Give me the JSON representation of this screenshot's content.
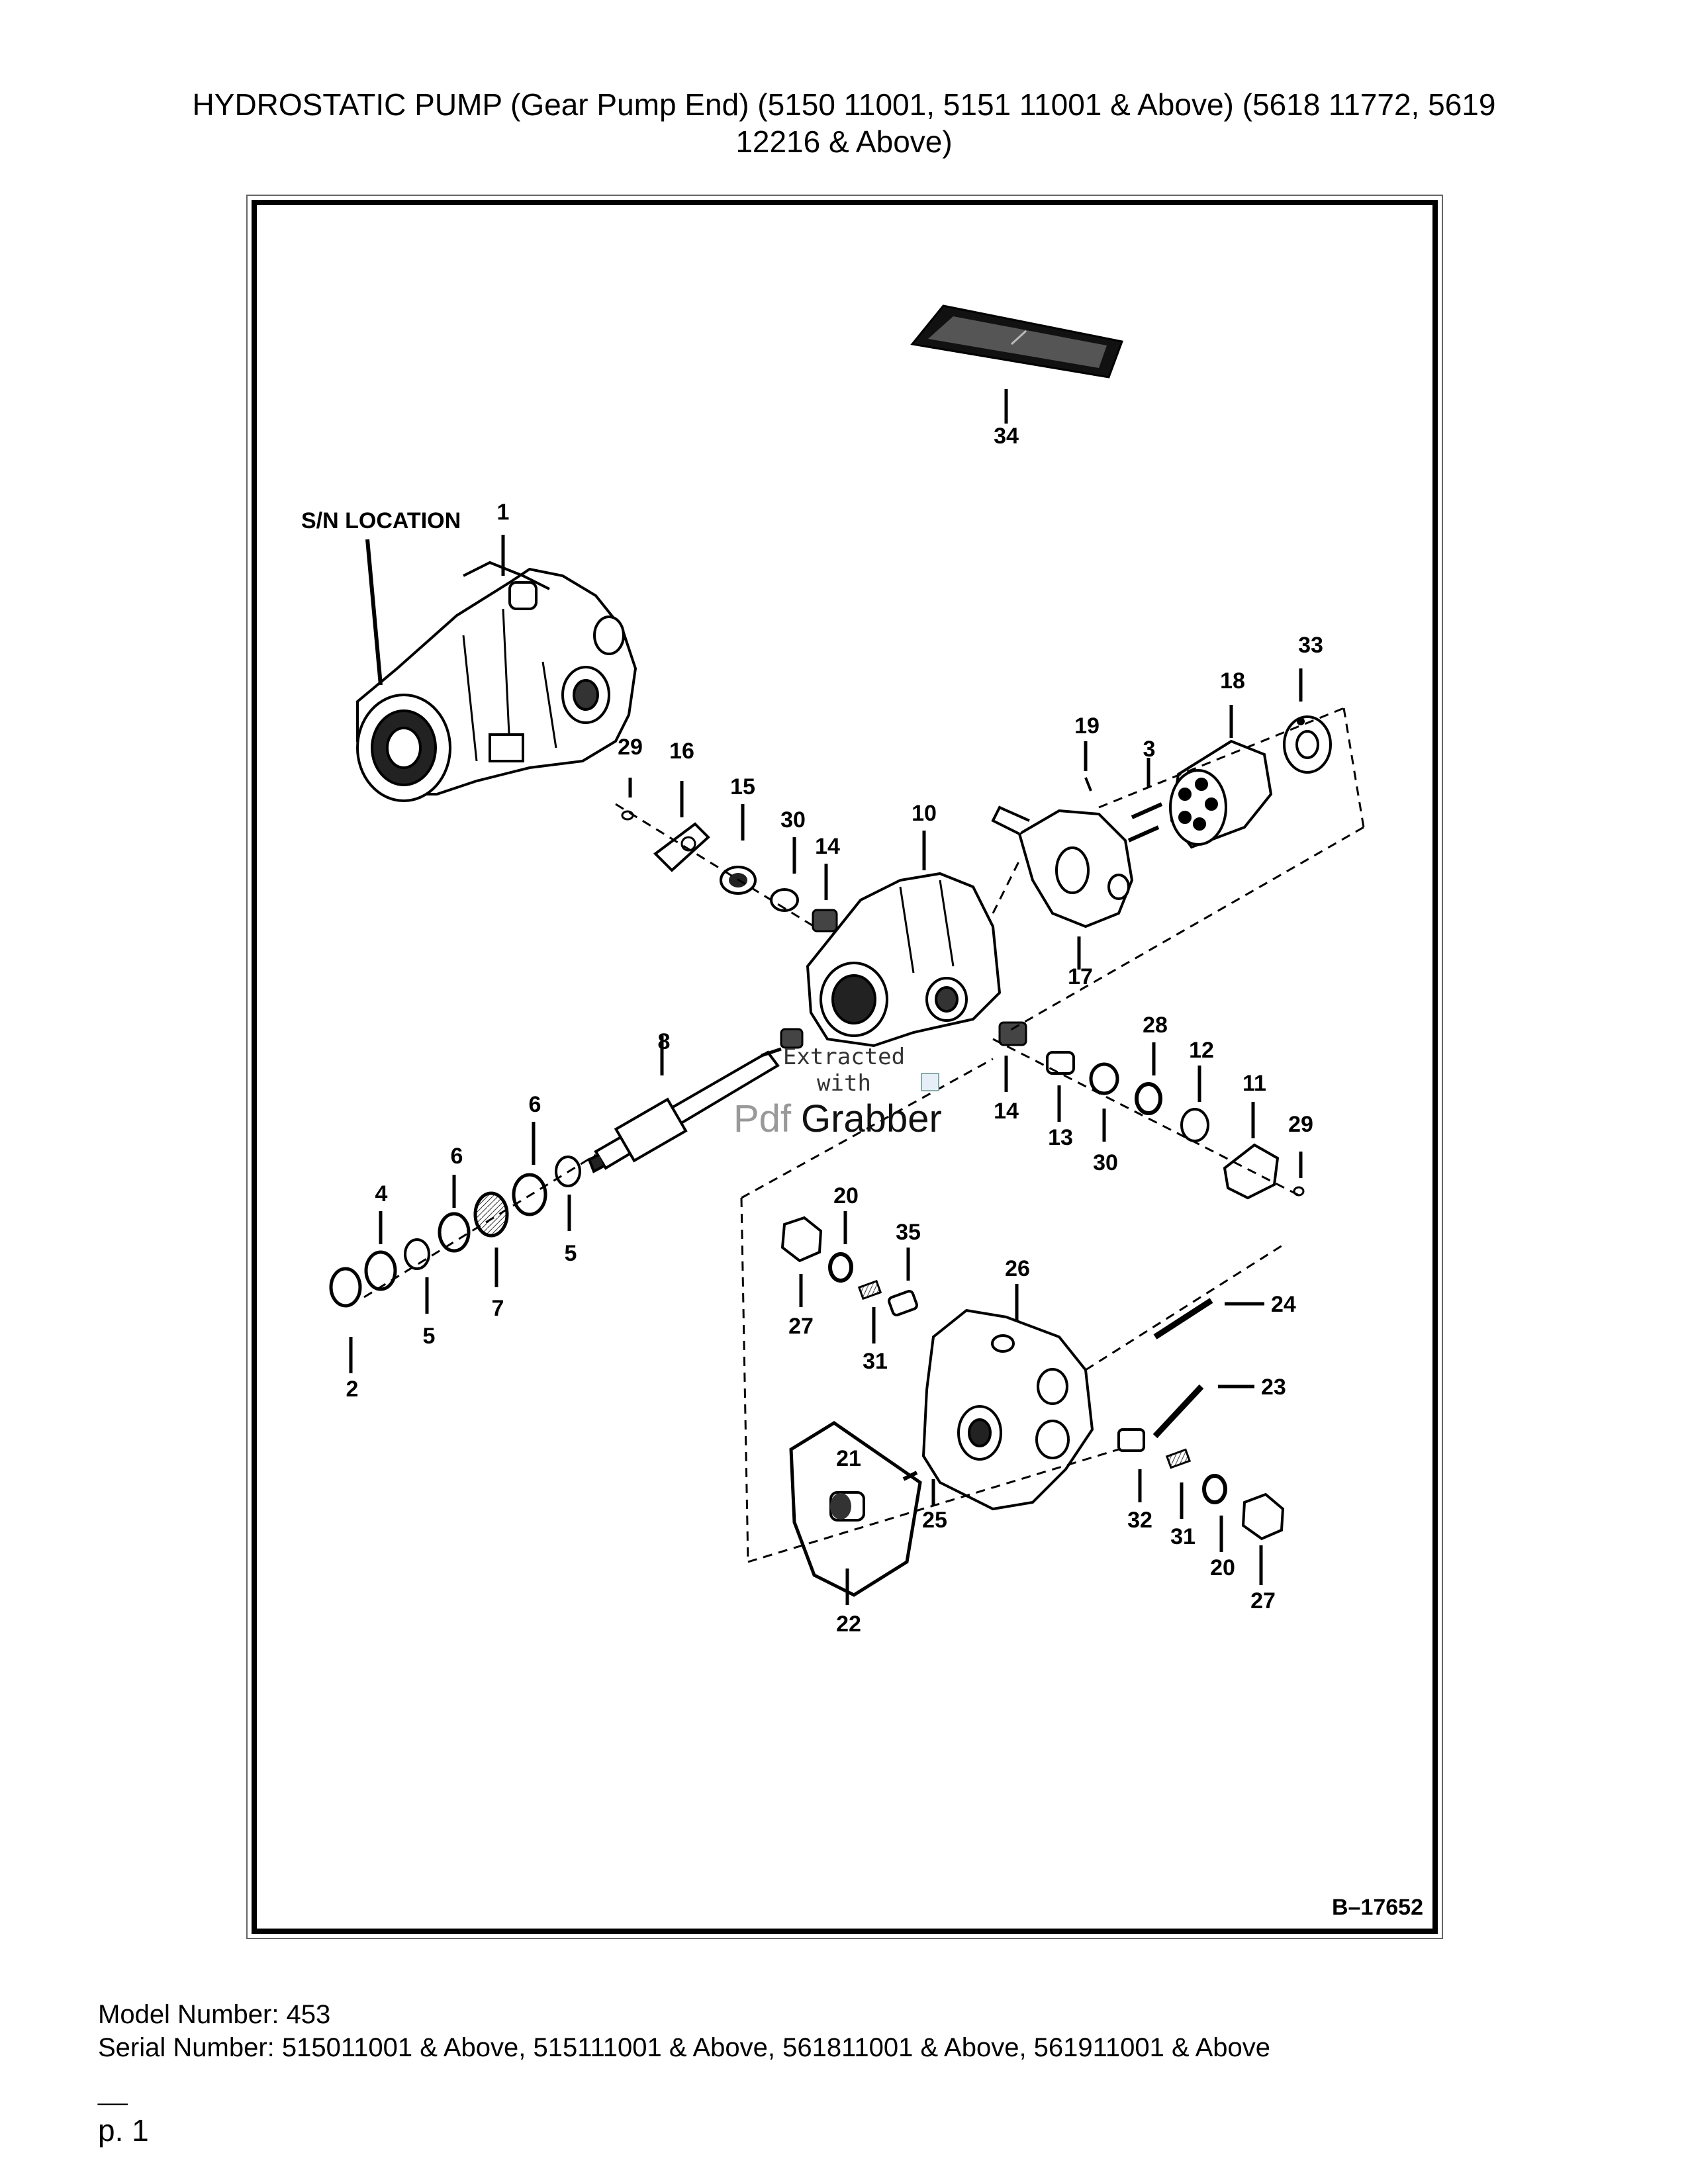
{
  "header": {
    "title_line1": "HYDROSTATIC PUMP (Gear Pump End) (5150 11001, 5151 11001 & Above) (5618 11772, 5619",
    "title_line2": "12216 & Above)"
  },
  "diagram": {
    "sn_location": "S/N LOCATION",
    "figure_id": "B–17652",
    "callouts": {
      "c1": "1",
      "c2": "2",
      "c3": "3",
      "c4": "4",
      "c5a": "5",
      "c5b": "5",
      "c6a": "6",
      "c6b": "6",
      "c7": "7",
      "c8": "8",
      "c10": "10",
      "c11": "11",
      "c12": "12",
      "c13": "13",
      "c14a": "14",
      "c14b": "14",
      "c15": "15",
      "c16": "16",
      "c17": "17",
      "c18": "18",
      "c19": "19",
      "c20a": "20",
      "c20b": "20",
      "c21": "21",
      "c22": "22",
      "c23": "23",
      "c24": "24",
      "c25": "25",
      "c26": "26",
      "c27a": "27",
      "c27b": "27",
      "c28": "28",
      "c29a": "29",
      "c29b": "29",
      "c30a": "30",
      "c30b": "30",
      "c31a": "31",
      "c31b": "31",
      "c32": "32",
      "c33": "33",
      "c34": "34",
      "c35": "35"
    },
    "watermark": {
      "line1": "Extracted",
      "line2": "with",
      "brand_a": "Pdf",
      "brand_b": "Grabber"
    }
  },
  "footer": {
    "model": "Model Number: 453",
    "serial": "Serial Number: 515011001 & Above, 515111001 & Above, 561811001 & Above, 561911001 & Above",
    "dash": "__",
    "page": "p. 1"
  }
}
